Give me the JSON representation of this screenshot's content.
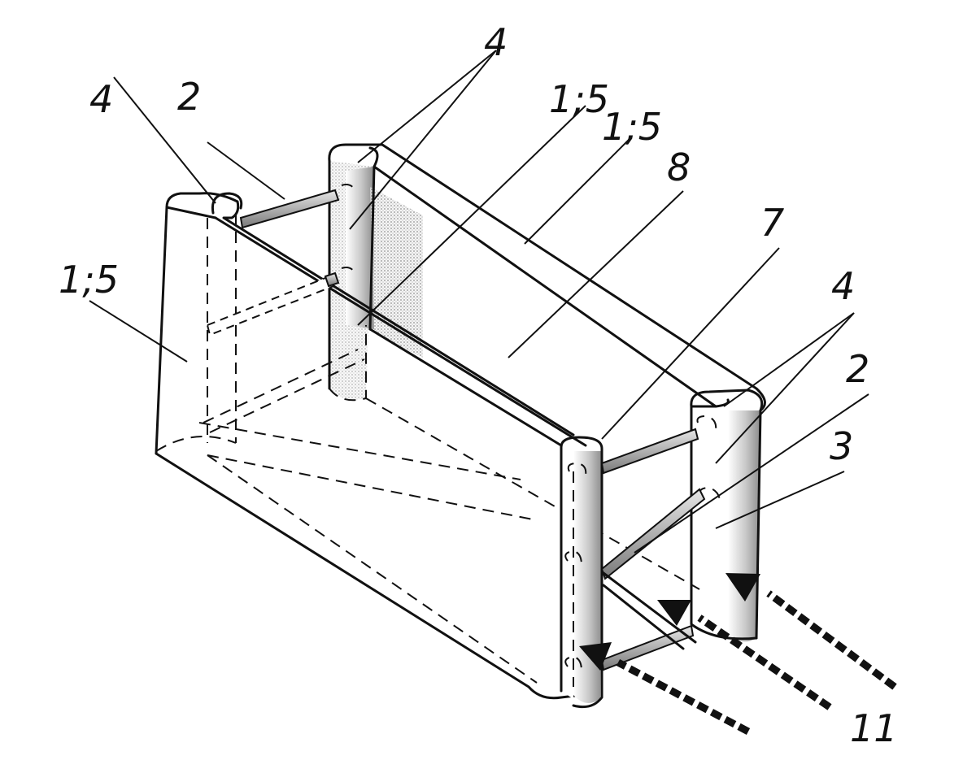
{
  "figure": {
    "labels": {
      "left_top_column": "4",
      "left_rod": "2",
      "back_top_pair": "4",
      "back_wall_a": "1;5",
      "back_wall_b": "1;5",
      "floor": "8",
      "front_edge": "7",
      "left_wall": "1;5",
      "right_pair": "4",
      "right_rod": "2",
      "right_gap": "3",
      "flow": "11"
    },
    "colors": {
      "ink": "#111111",
      "shade": "#9a9a9a",
      "paper": "#ffffff"
    }
  }
}
